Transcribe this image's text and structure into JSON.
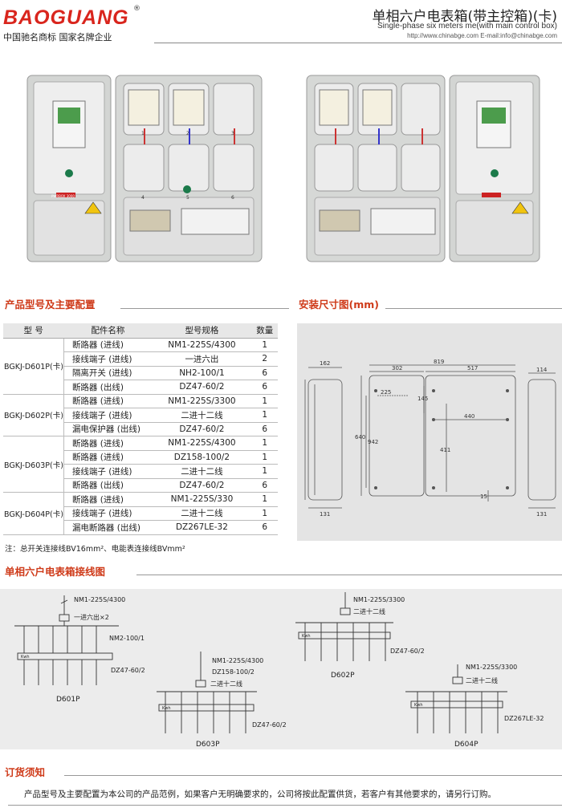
{
  "header": {
    "brand": "BAOGUANG",
    "reg_mark": "®",
    "slogan": "中国驰名商标  国家名牌企业",
    "title": "单相六户电表箱(带主控箱)(卡)",
    "subtitle": "Single-phase six meters me(with main control box)",
    "website": "http://www.chinabge.com    E-mail:info@chinabge.com"
  },
  "photo_labels": {
    "numbers": [
      "1",
      "2",
      "3",
      "4",
      "5",
      "6"
    ],
    "badge": "PWRBOX 3000"
  },
  "sections": {
    "spec": "产品型号及主要配置",
    "dims": "安装尺寸图(mm)",
    "wiring": "单相六户电表箱接线图",
    "order": "订货须知"
  },
  "table": {
    "headers": [
      "型 号",
      "配件名称",
      "型号规格",
      "数量"
    ],
    "groups": [
      {
        "model": "BGKJ-D601P(卡)",
        "rows": [
          [
            "断路器",
            "(进线)",
            "NM1-225S/4300",
            "1"
          ],
          [
            "接线端子",
            "(进线)",
            "一进六出",
            "2"
          ],
          [
            "隔离开关",
            "(进线)",
            "NH2-100/1",
            "6"
          ],
          [
            "断路器",
            "(出线)",
            "DZ47-60/2",
            "6"
          ]
        ]
      },
      {
        "model": "BGKJ-D602P(卡)",
        "rows": [
          [
            "断路器",
            "(进线)",
            "NM1-225S/3300",
            "1"
          ],
          [
            "接线端子",
            "(进线)",
            "二进十二线",
            "1"
          ],
          [
            "漏电保护器",
            "(出线)",
            "DZ47-60/2",
            "6"
          ]
        ]
      },
      {
        "model": "BGKJ-D603P(卡)",
        "rows": [
          [
            "断路器",
            "(进线)",
            "NM1-225S/4300",
            "1"
          ],
          [
            "断路器",
            "(进线)",
            "DZ158-100/2",
            "1"
          ],
          [
            "接线端子",
            "(进线)",
            "二进十二线",
            "1"
          ],
          [
            "断路器",
            "(出线)",
            "DZ47-60/2",
            "6"
          ]
        ]
      },
      {
        "model": "BGKJ-D604P(卡)",
        "rows": [
          [
            "断路器",
            "(进线)",
            "NM1-225S/330",
            "1"
          ],
          [
            "接线端子",
            "(进线)",
            "二进十二线",
            "1"
          ],
          [
            "漏电断路器",
            "(出线)",
            "DZ267LE-32",
            "6"
          ]
        ]
      }
    ],
    "note": "注：总开关连接线BV16mm²、电能表连接线BVmm²"
  },
  "dims": {
    "w819": "819",
    "w302": "302",
    "w517": "517",
    "w225": "225",
    "w440": "440",
    "h640": "640",
    "h942": "942",
    "h145": "145",
    "h411": "411",
    "h15": "15",
    "side162": "162",
    "side131": "131",
    "side114": "114",
    "side131b": "131"
  },
  "wiring": {
    "d601": {
      "label": "D601P",
      "main": "NM1-225S/4300",
      "term": "一进六出×2",
      "iso": "NM2-100/1",
      "out": "DZ47-60/2"
    },
    "d602": {
      "label": "D602P",
      "main": "NM1-225S/3300",
      "term": "二进十二线",
      "out": "DZ47-60/2"
    },
    "d603": {
      "label": "D603P",
      "main": "NM1-225S/4300",
      "second": "DZ158-100/2",
      "term": "二进十二线",
      "out": "DZ47-60/2"
    },
    "d604": {
      "label": "D604P",
      "main": "NM1-225S/3300",
      "term": "二进十二线",
      "out": "DZ267LE-32"
    },
    "meter": "Kwh"
  },
  "order_text": "产品型号及主要配置为本公司的产品范例，如果客户无明确要求的，公司将按此配置供货，若客户有其他要求的，请另行订购。",
  "colors": {
    "brand": "#d9251d",
    "section": "#cf3b1a"
  }
}
